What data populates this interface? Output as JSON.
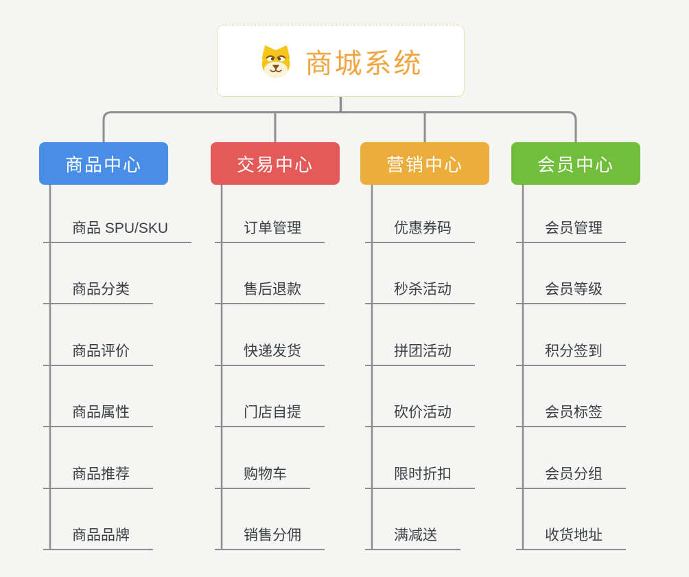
{
  "root": {
    "title": "商城系统",
    "icon": "dog-face-icon",
    "text_color": "#f0a541",
    "border_color": "#efb863",
    "background": "#ffffff"
  },
  "canvas_background": "#f5f5f4",
  "connector_color": "#8d8d8d",
  "branches": [
    {
      "label": "商品中心",
      "color": "#488ee7",
      "children": [
        "商品 SPU/SKU",
        "商品分类",
        "商品评价",
        "商品属性",
        "商品推荐",
        "商品品牌"
      ]
    },
    {
      "label": "交易中心",
      "color": "#e45a58",
      "children": [
        "订单管理",
        "售后退款",
        "快递发货",
        "门店自提",
        "购物车",
        "销售分佣"
      ]
    },
    {
      "label": "营销中心",
      "color": "#edad3b",
      "children": [
        "优惠券码",
        "秒杀活动",
        "拼团活动",
        "砍价活动",
        "限时折扣",
        "满减送"
      ]
    },
    {
      "label": "会员中心",
      "color": "#70be3b",
      "children": [
        "会员管理",
        "会员等级",
        "积分签到",
        "会员标签",
        "会员分组",
        "收货地址"
      ]
    }
  ]
}
